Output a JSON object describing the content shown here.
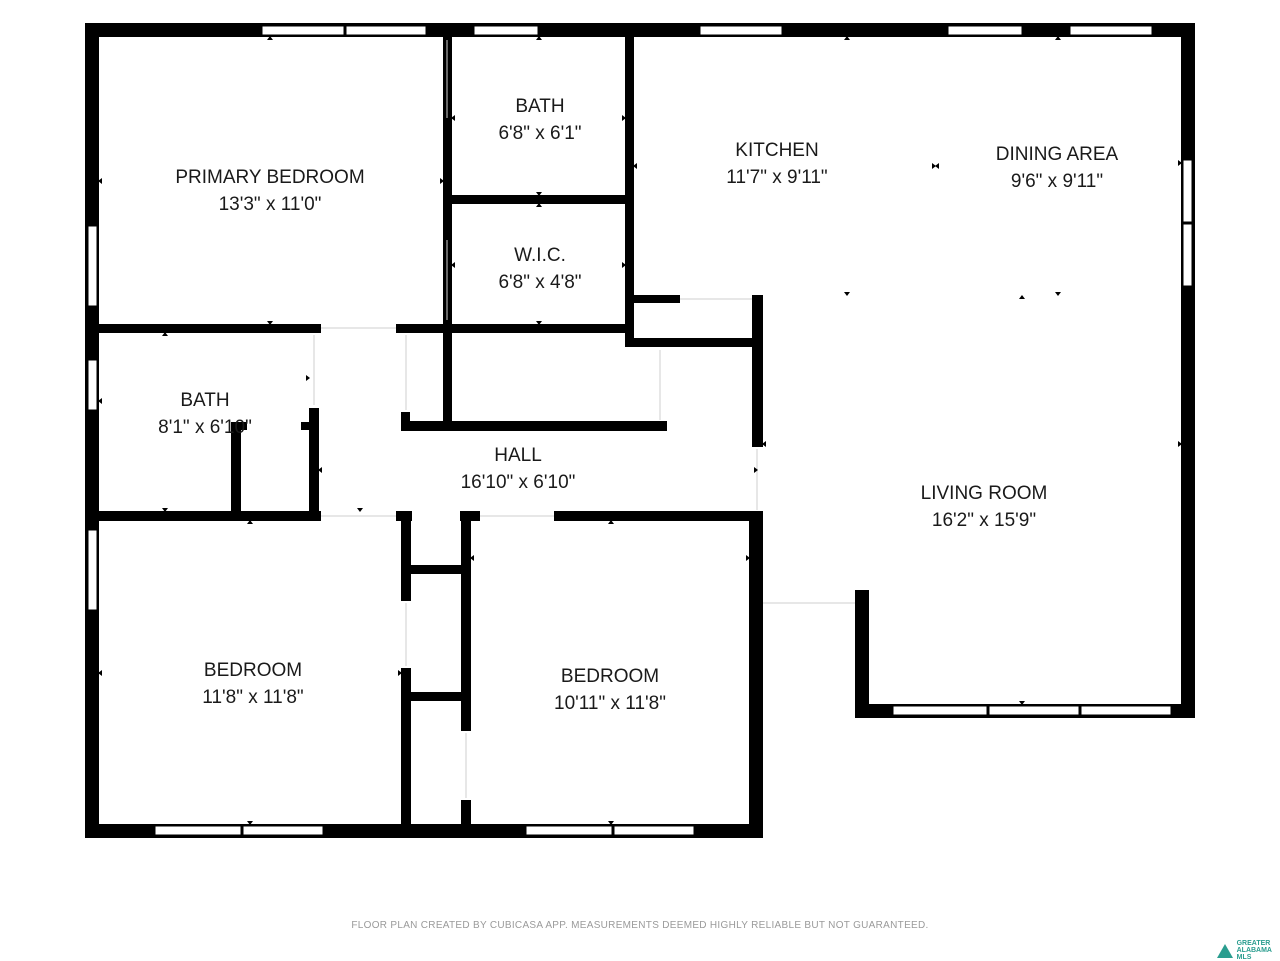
{
  "rooms": [
    {
      "id": "primary-bedroom",
      "name": "PRIMARY BEDROOM",
      "dims": "13'3\" x 11'0\""
    },
    {
      "id": "bath-1",
      "name": "BATH",
      "dims": "6'8\" x 6'1\""
    },
    {
      "id": "wic",
      "name": "W.I.C.",
      "dims": "6'8\" x 4'8\""
    },
    {
      "id": "kitchen",
      "name": "KITCHEN",
      "dims": "11'7\" x 9'11\""
    },
    {
      "id": "dining-area",
      "name": "DINING AREA",
      "dims": "9'6\" x 9'11\""
    },
    {
      "id": "bath-2",
      "name": "BATH",
      "dims": "8'1\" x 6'10\""
    },
    {
      "id": "hall",
      "name": "HALL",
      "dims": "16'10\" x 6'10\""
    },
    {
      "id": "living-room",
      "name": "LIVING ROOM",
      "dims": "16'2\" x 15'9\""
    },
    {
      "id": "bedroom-1",
      "name": "BEDROOM",
      "dims": "11'8\" x 11'8\""
    },
    {
      "id": "bedroom-2",
      "name": "BEDROOM",
      "dims": "10'11\" x 11'8\""
    }
  ],
  "footer": {
    "note": "FLOOR PLAN CREATED BY CUBICASA APP. MEASUREMENTS DEEMED HIGHLY RELIABLE BUT NOT GUARANTEED."
  },
  "logo": {
    "line1": "GREATER",
    "line2": "ALABAMA",
    "line3": "MLS"
  },
  "colors": {
    "wall": "#000000",
    "window": "#ffffff",
    "text": "#1a1a1a",
    "footer": "#9a9a9a",
    "logo": "#2a9d8f"
  }
}
